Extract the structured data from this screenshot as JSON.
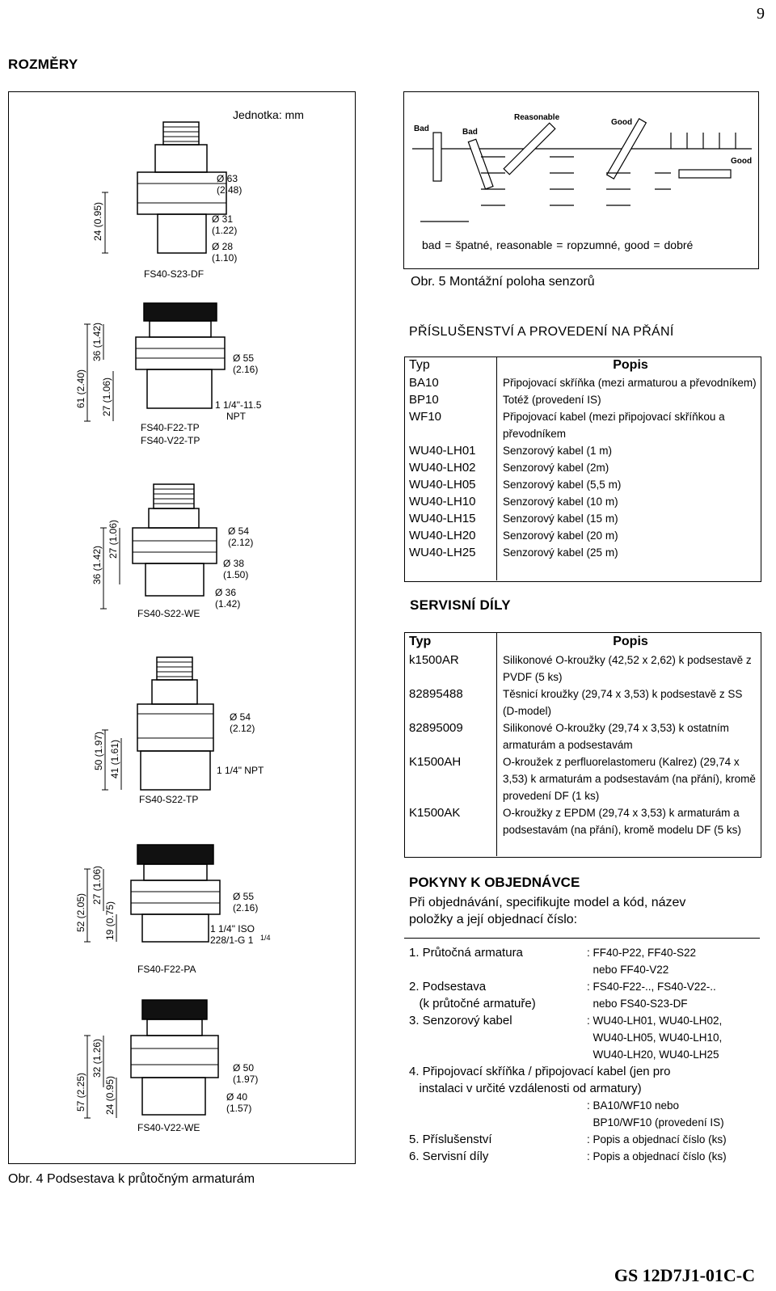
{
  "page_number": "9",
  "section_title": "ROZMĚRY",
  "unit_label": "Jednotka: mm",
  "figure4": {
    "caption": "Obr. 4 Podsestava k průtočným armaturám",
    "drawings": [
      {
        "name": "FS40-S23-DF",
        "dims": [
          "24 (0.95)",
          "Ø 63",
          "(2.48)",
          "Ø 31",
          "(1.22)",
          "Ø 28",
          "(1.10)"
        ]
      },
      {
        "name": "FS40-F22-TP",
        "name2": "FS40-V22-TP",
        "dims": [
          "61 (2.40)",
          "36 (1.42)",
          "27 (1.06)",
          "Ø 55",
          "(2.16)",
          "1 1/4\"-11.5",
          "NPT"
        ]
      },
      {
        "name": "FS40-S22-WE",
        "dims": [
          "36 (1.42)",
          "27 (1.06)",
          "Ø 54",
          "(2.12)",
          "Ø 38",
          "(1.50)",
          "Ø 36",
          "(1.42)"
        ]
      },
      {
        "name": "FS40-S22-TP",
        "dims": [
          "50 (1.97)",
          "41 (1.61)",
          "Ø 54",
          "(2.12)",
          "1 1/4\" NPT"
        ]
      },
      {
        "name": "FS40-F22-PA",
        "dims": [
          "52 (2.05)",
          "27 (1.06)",
          "19 (0.75)",
          "Ø 55",
          "(2.16)",
          "1 1/4\" ISO",
          "228/1-G 1",
          "1/4"
        ]
      },
      {
        "name": "FS40-V22-WE",
        "dims": [
          "57 (2.25)",
          "32 (1.26)",
          "24 (0.95)",
          "Ø 50",
          "(1.97)",
          "Ø 40",
          "(1.57)"
        ]
      }
    ]
  },
  "figure5": {
    "caption": "Obr. 5 Montážní poloha senzorů",
    "labels": [
      "Bad",
      "Bad",
      "Reasonable",
      "Good",
      "Good"
    ],
    "legend": "bad = špatné,    reasonable = ropzumné,    good = dobré"
  },
  "accessories": {
    "heading": "PŘÍSLUŠENSTVÍ A PROVEDENÍ NA PŘÁNÍ",
    "col_type": "Typ",
    "col_desc": "Popis",
    "rows": [
      {
        "type": "BA10",
        "desc": "Připojovací skříňka (mezi armaturou a převodníkem)"
      },
      {
        "type": "BP10",
        "desc": "Totéž (provedení IS)"
      },
      {
        "type": "WF10",
        "desc": "Připojovací kabel (mezi připojovací skříňkou a převodníkem"
      },
      {
        "type": "WU40-LH01",
        "desc": "Senzorový kabel (1 m)"
      },
      {
        "type": "WU40-LH02",
        "desc": "Senzorový kabel (2m)"
      },
      {
        "type": "WU40-LH05",
        "desc": "Senzorový kabel (5,5 m)"
      },
      {
        "type": "WU40-LH10",
        "desc": "Senzorový kabel (10 m)"
      },
      {
        "type": "WU40-LH15",
        "desc": "Senzorový kabel (15 m)"
      },
      {
        "type": "WU40-LH20",
        "desc": "Senzorový kabel (20 m)"
      },
      {
        "type": "WU40-LH25",
        "desc": "Senzorový kabel (25 m)"
      }
    ]
  },
  "service": {
    "heading": "SERVISNÍ DÍLY",
    "col_type": "Typ",
    "col_desc": "Popis",
    "rows": [
      {
        "type": "k1500AR",
        "desc": "Silikonové O-kroužky (42,52 x 2,62) k podsestavě z PVDF (5 ks)"
      },
      {
        "type": "82895488",
        "desc": "Těsnicí kroužky (29,74 x 3,53) k podsestavě z SS (D-model)"
      },
      {
        "type": "82895009",
        "desc": "Silikonové O-kroužky (29,74 x 3,53) k ostatním armaturám a podsestavám"
      },
      {
        "type": "K1500AH",
        "desc": "O-kroužek z perfluorelastomeru (Kalrez) (29,74 x 3,53) k armaturám a podsestavám (na přání), kromě provedení DF (1 ks)"
      },
      {
        "type": "K1500AK",
        "desc": "O-kroužky z EPDM (29,74 x 3,53) k armaturám a podsestavám (na přání), kromě modelu DF (5 ks)"
      }
    ]
  },
  "ordering": {
    "heading": "POKYNY K OBJEDNÁVCE",
    "intro_line1": "Při objednávání, specifikujte model a kód, název",
    "intro_line2": "položky a její objednací číslo:",
    "items": [
      {
        "l": "1. Průtočná armatura",
        "r": ": FF40-P22, FF40-S22"
      },
      {
        "l": "",
        "r": "  nebo FF40-V22"
      },
      {
        "l": "2. Podsestava",
        "r": ": FS40-F22-.., FS40-V22-.."
      },
      {
        "l": "   (k průtočné armatuře)",
        "r": "  nebo FS40-S23-DF"
      },
      {
        "l": "3. Senzorový kabel",
        "r": ": WU40-LH01, WU40-LH02,"
      },
      {
        "l": "",
        "r": "  WU40-LH05, WU40-LH10,"
      },
      {
        "l": "",
        "r": "  WU40-LH20, WU40-LH25"
      },
      {
        "l": "4. Připojovací skříňka / připojovací kabel (jen pro",
        "r": ""
      },
      {
        "l": "   instalaci v určité vzdálenosti od armatury)",
        "r": ""
      },
      {
        "l": "",
        "r": ": BA10/WF10 nebo"
      },
      {
        "l": "",
        "r": "  BP10/WF10 (provedení IS)"
      },
      {
        "l": "5. Příslušenství",
        "r": ": Popis a objednací číslo (ks)"
      },
      {
        "l": "6. Servisní díly",
        "r": ": Popis a objednací číslo (ks)"
      }
    ]
  },
  "doc_code": "GS 12D7J1-01C-C"
}
